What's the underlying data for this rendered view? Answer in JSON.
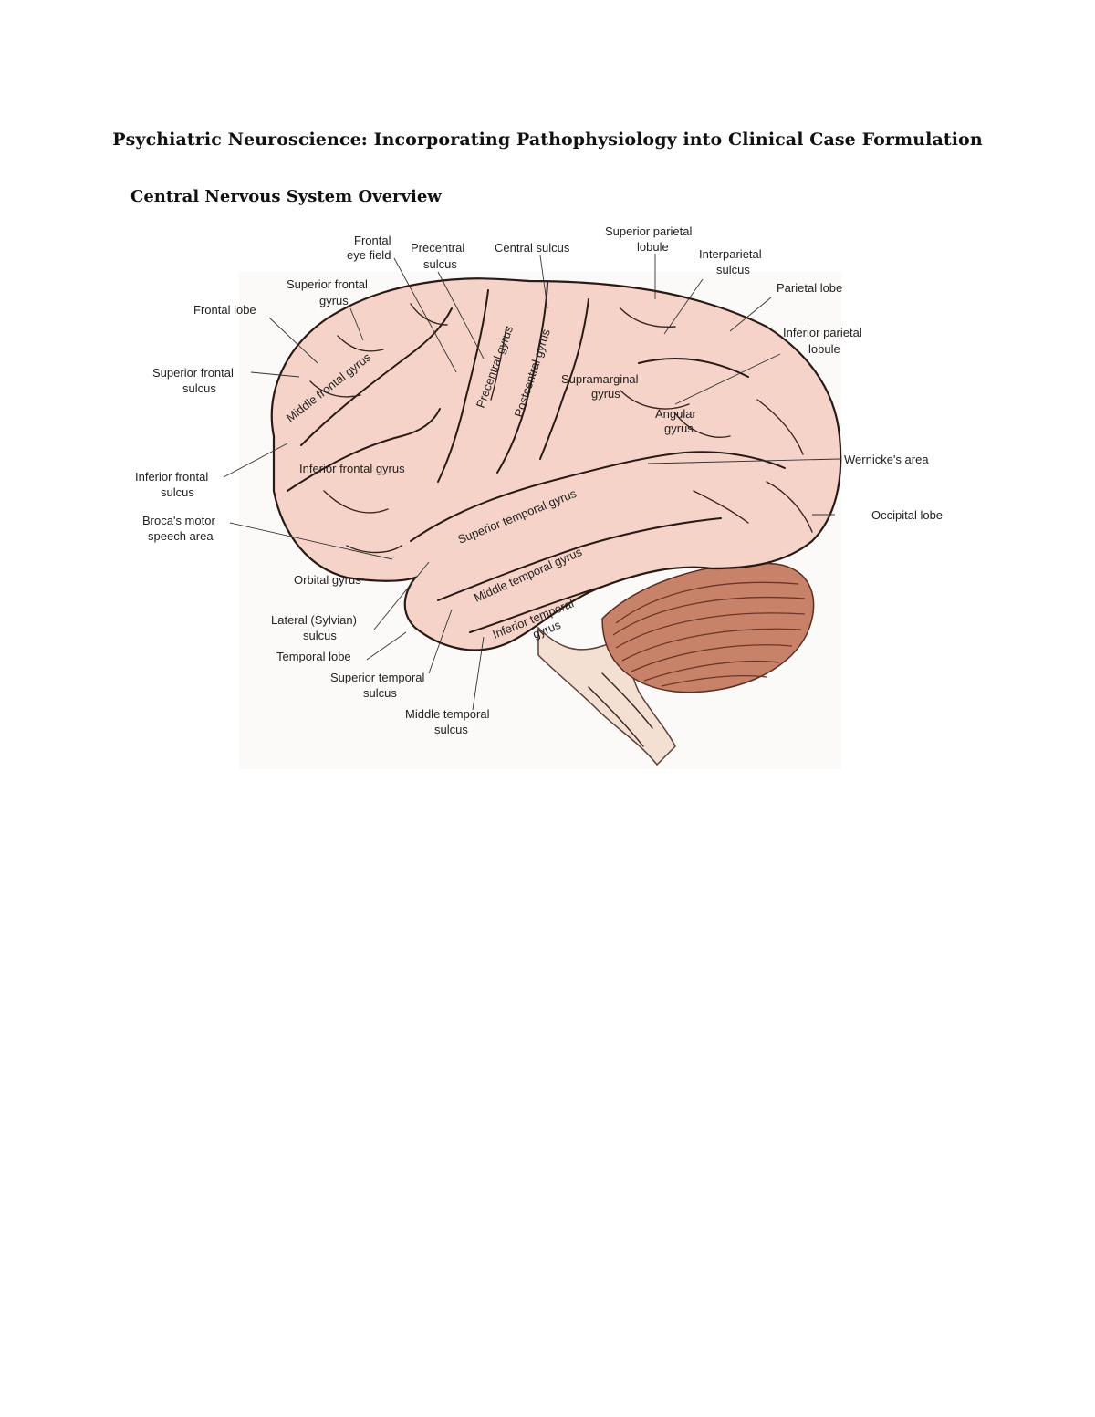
{
  "document": {
    "title": "Psychiatric Neuroscience: Incorporating Pathophysiology into Clinical Case Formulation",
    "section_heading": "Central Nervous System Overview"
  },
  "figure": {
    "colors": {
      "cortex": "#f5d3c8",
      "cortex_edge": "#2a1a16",
      "cerebellum": "#c9826a",
      "brainstem": "#f3e0d2"
    },
    "labels": {
      "frontal_eye_field": [
        "Frontal",
        "eye field"
      ],
      "precentral_sulcus": [
        "Precentral",
        "sulcus"
      ],
      "central_sulcus": [
        "Central sulcus"
      ],
      "superior_parietal_lobule": [
        "Superior parietal",
        "lobule"
      ],
      "interparietal_sulcus": [
        "Interparietal",
        "sulcus"
      ],
      "parietal_lobe": [
        "Parietal lobe"
      ],
      "superior_frontal_gyrus": [
        "Superior frontal",
        "gyrus"
      ],
      "frontal_lobe": [
        "Frontal lobe"
      ],
      "inferior_parietal_lobule": [
        "Inferior parietal",
        "lobule"
      ],
      "superior_frontal_sulcus": [
        "Superior frontal",
        "sulcus"
      ],
      "wernickes_area": [
        "Wernicke's area"
      ],
      "inferior_frontal_sulcus": [
        "Inferior frontal",
        "sulcus"
      ],
      "occipital_lobe": [
        "Occipital lobe"
      ],
      "brocas_area": [
        "Broca's motor",
        "speech area"
      ],
      "lateral_sulcus": [
        "Lateral (Sylvian)",
        "sulcus"
      ],
      "temporal_lobe": [
        "Temporal lobe"
      ],
      "superior_temporal_sulcus": [
        "Superior temporal",
        "sulcus"
      ],
      "middle_temporal_sulcus": [
        "Middle temporal",
        "sulcus"
      ]
    },
    "inline_labels": {
      "middle_frontal_gyrus": "Middle frontal gyrus",
      "precentral_gyrus": "Precentral gyrus",
      "postcentral_gyrus": "Postcentral gyrus",
      "supramarginal_gyrus": [
        "Supramarginal",
        "gyrus"
      ],
      "angular_gyrus": [
        "Angular",
        "gyrus"
      ],
      "inferior_frontal_gyrus": "Inferior frontal gyrus",
      "superior_temporal_gyrus": "Superior temporal gyrus",
      "middle_temporal_gyrus": "Middle temporal gyrus",
      "inferior_temporal_gyrus": [
        "Inferior temporal",
        "gyrus"
      ],
      "orbital_gyrus": "Orbital gyrus"
    }
  }
}
